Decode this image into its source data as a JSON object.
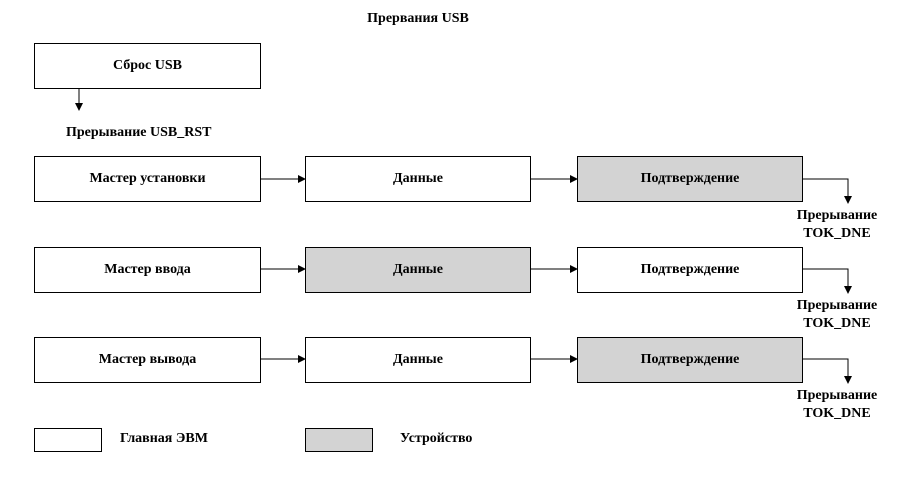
{
  "title": "Прервания USB",
  "reset": {
    "label": "Сброс USB",
    "interrupt": "Прерывание USB_RST"
  },
  "colors": {
    "host": "#ffffff",
    "device": "#d3d3d3"
  },
  "rows": [
    {
      "stages": [
        {
          "label": "Мастер установки",
          "owner": "host"
        },
        {
          "label": "Данные",
          "owner": "host"
        },
        {
          "label": "Подтверждение",
          "owner": "device"
        }
      ],
      "interrupt": [
        "Прерывание",
        "TOK_DNE"
      ]
    },
    {
      "stages": [
        {
          "label": "Мастер ввода",
          "owner": "host"
        },
        {
          "label": "Данные",
          "owner": "device"
        },
        {
          "label": "Подтверждение",
          "owner": "host"
        }
      ],
      "interrupt": [
        "Прерывание",
        "TOK_DNE"
      ]
    },
    {
      "stages": [
        {
          "label": "Мастер вывода",
          "owner": "host"
        },
        {
          "label": "Данные",
          "owner": "host"
        },
        {
          "label": "Подтверждение",
          "owner": "device"
        }
      ],
      "interrupt": [
        "Прерывание",
        "TOK_DNE"
      ]
    }
  ],
  "legend": {
    "host": "Главная ЭВМ",
    "device": "Устройство"
  }
}
